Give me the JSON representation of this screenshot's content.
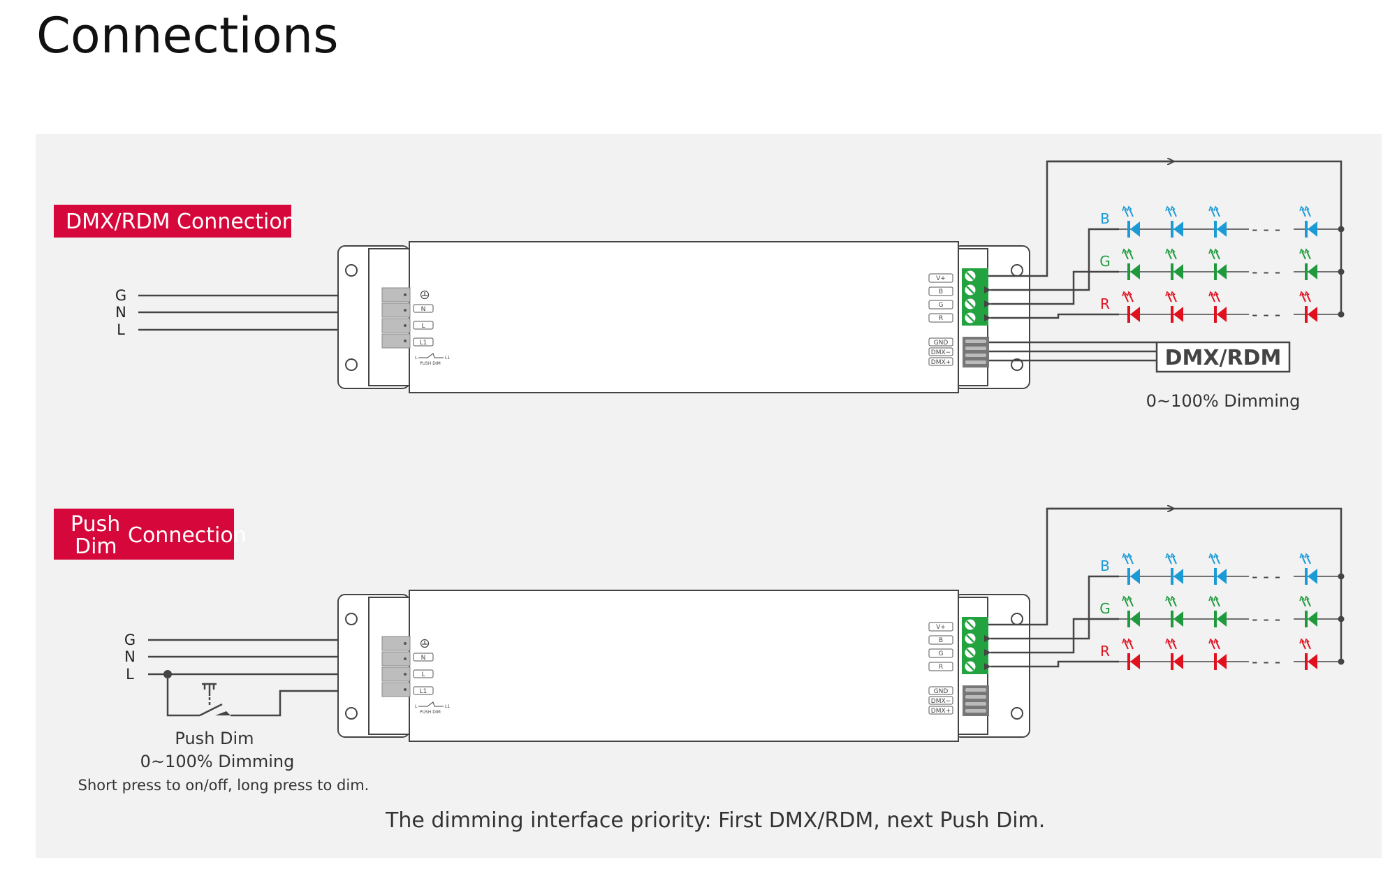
{
  "page": {
    "title": "Connections",
    "footer": "The dimming interface priority: First DMX/RDM, next Push Dim."
  },
  "colors": {
    "badge": "#d6073a",
    "blue": "#1a9ad6",
    "green": "#1e9a3c",
    "red": "#e0101e",
    "terminal_green": "#22a33f",
    "panel": "#f2f2f2",
    "wire": "#444444"
  },
  "mains_labels": [
    "G",
    "N",
    "L"
  ],
  "terminal_labels": {
    "ac": [
      "N",
      "L",
      "L1"
    ],
    "push_dim_small": "PUSH DIM",
    "push_dim_l": "L",
    "push_dim_l1": "L1",
    "output": [
      "V+",
      "B",
      "G",
      "R"
    ],
    "dmx": [
      "GND",
      "DMX−",
      "DMX+"
    ]
  },
  "channels": [
    "B",
    "G",
    "R"
  ],
  "ellipsis": "- - -",
  "section1": {
    "badge": "DMX/RDM Connection",
    "dmx_box": "DMX/RDM",
    "dimming_label": "0~100% Dimming"
  },
  "section2": {
    "badge_line1": "Push",
    "badge_line2": "Dim",
    "badge_rest": "Connection",
    "push_dim_label": "Push Dim",
    "dimming_label": "0~100% Dimming",
    "note": "Short press to on/off, long press to dim."
  },
  "icons": [
    "ground-icon",
    "push-switch-icon",
    "led-icon",
    "arrow-icon",
    "screw-icon"
  ]
}
